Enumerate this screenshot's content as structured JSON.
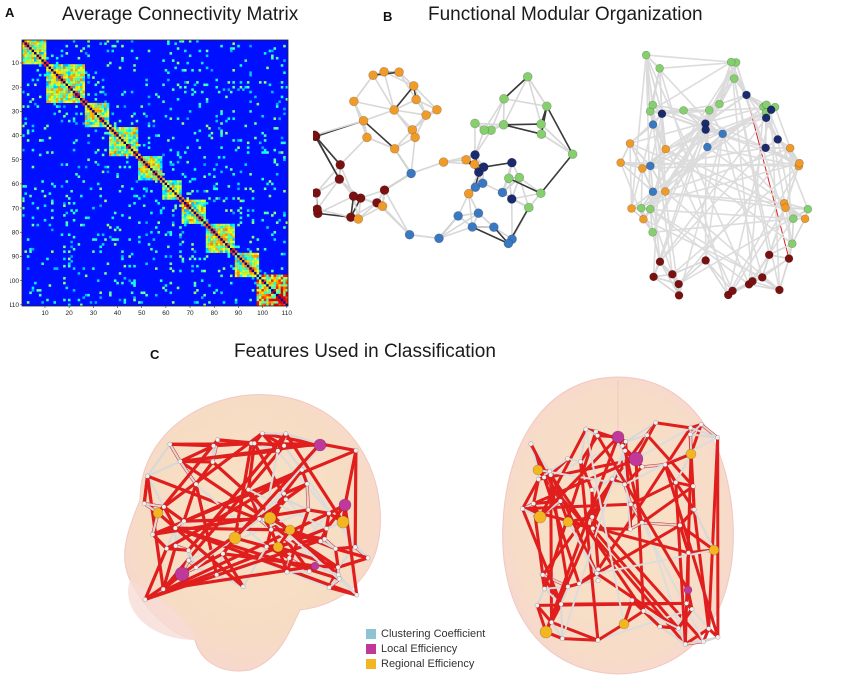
{
  "panels": {
    "a": {
      "letter": "A",
      "title": "Average Connectivity Matrix"
    },
    "b": {
      "letter": "B",
      "title": "Functional Modular Organization"
    },
    "c": {
      "letter": "C",
      "title": "Features Used in Classification"
    }
  },
  "matrix": {
    "size": 110,
    "y_ticks": [
      "10",
      "20",
      "30",
      "40",
      "50",
      "60",
      "70",
      "80",
      "90",
      "100",
      "110"
    ],
    "x_ticks": [
      "10",
      "20",
      "30",
      "40",
      "50",
      "60",
      "70",
      "80",
      "90",
      "100",
      "110"
    ],
    "modules": [
      [
        1,
        10
      ],
      [
        10,
        26
      ],
      [
        26,
        36
      ],
      [
        36,
        48
      ],
      [
        48,
        58
      ],
      [
        58,
        66
      ],
      [
        66,
        76
      ],
      [
        76,
        88
      ],
      [
        88,
        98
      ],
      [
        98,
        110
      ]
    ]
  },
  "legend": {
    "items": [
      {
        "label": "Clustering Coefficient",
        "color": "#8ec3d3"
      },
      {
        "label": "Local Efficiency",
        "color": "#c0399a"
      },
      {
        "label": "Regional Efficiency",
        "color": "#f2b623"
      }
    ]
  },
  "colors": {
    "module_orange": "#f09a2a",
    "module_green": "#86cf6e",
    "module_darkred": "#7a1010",
    "module_blue": "#3b78c2",
    "module_navy": "#1a2a6c",
    "edge_red": "#e02020",
    "brain_fill": "#f6d8b6"
  }
}
